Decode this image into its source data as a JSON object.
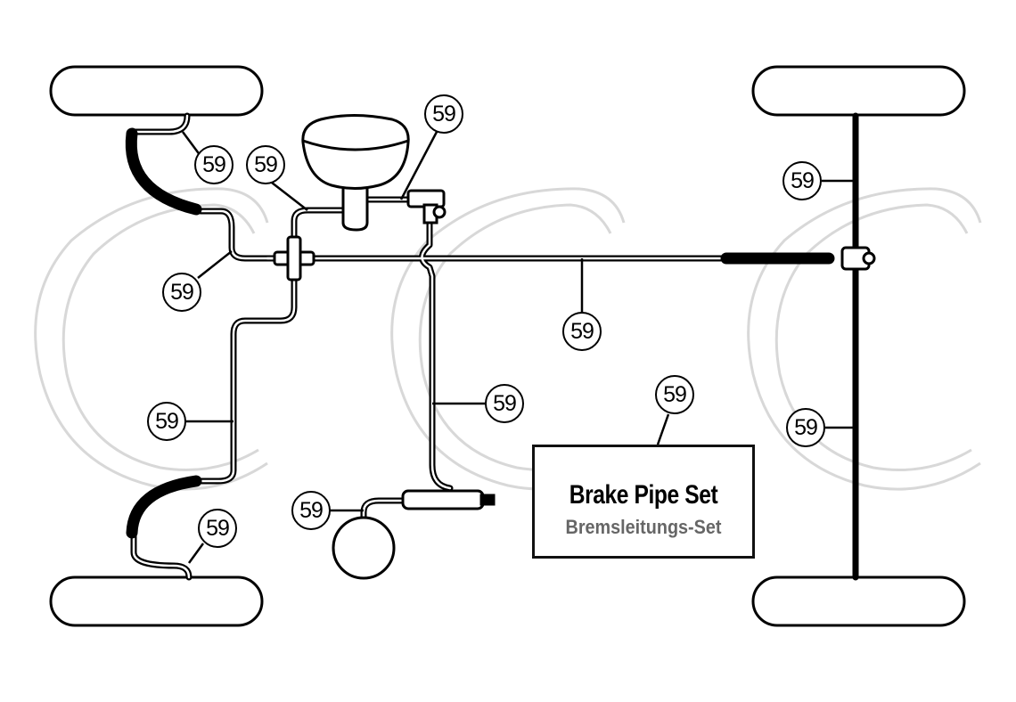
{
  "diagram": {
    "part_number": "59",
    "callouts": [
      "59",
      "59",
      "59",
      "59",
      "59",
      "59",
      "59",
      "59",
      "59",
      "59",
      "59",
      "59"
    ],
    "label": {
      "title": "Brake Pipe Set",
      "subtitle": "Bremsleitungs-Set"
    },
    "watermark": "CCC"
  }
}
